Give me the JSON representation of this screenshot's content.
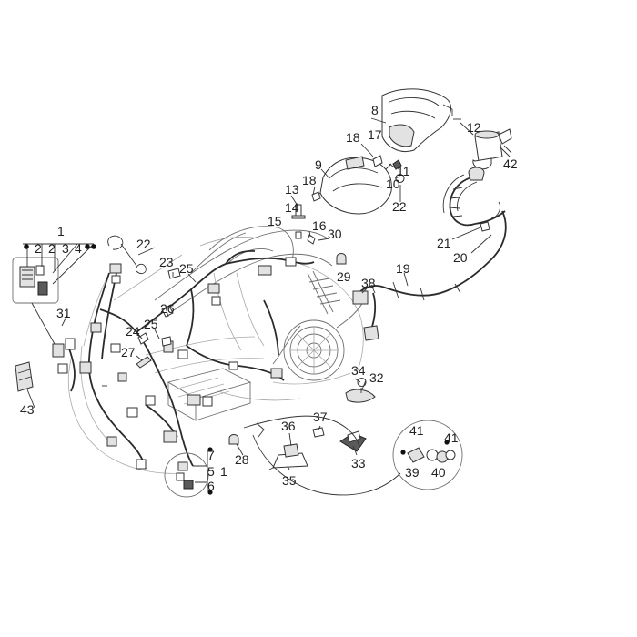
{
  "callouts": {
    "c1a": "1",
    "c1b": "1",
    "c2a": "2",
    "c2b": "2",
    "c3": "3",
    "c4": "4",
    "c5": "5",
    "c6": "6",
    "c7": "7",
    "c8": "8",
    "c9": "9",
    "c10": "10",
    "c11": "11",
    "c12": "12",
    "c13": "13",
    "c14": "14",
    "c15": "15",
    "c16": "16",
    "c17": "17",
    "c18a": "18",
    "c18b": "18",
    "c19": "19",
    "c20": "20",
    "c21": "21",
    "c22a": "22",
    "c22b": "22",
    "c23": "23",
    "c24": "24",
    "c25a": "25",
    "c25b": "25",
    "c26": "26",
    "c27": "27",
    "c28": "28",
    "c29": "29",
    "c30": "30",
    "c31": "31",
    "c32": "32",
    "c33": "33",
    "c34": "34",
    "c35": "35",
    "c36": "36",
    "c37": "37",
    "c38": "38",
    "c39": "39",
    "c40": "40",
    "c41a": "41",
    "c41b": "41",
    "c42": "42",
    "c43": "43"
  }
}
